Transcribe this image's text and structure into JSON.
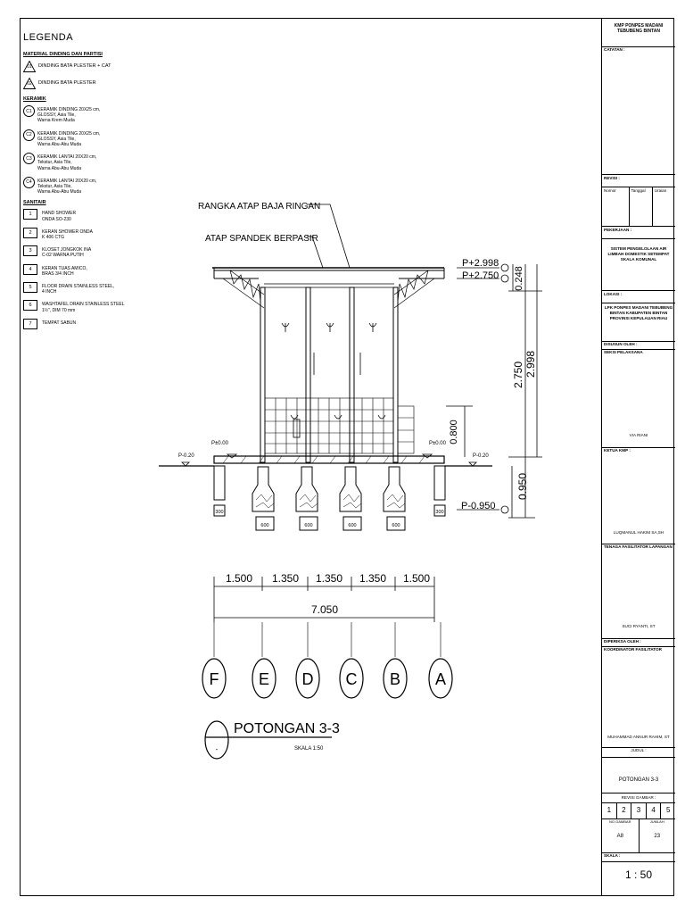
{
  "legend": {
    "title": "LEGENDA",
    "material_heading": "MATERIAL DINDING DAN PARTISI",
    "materials": [
      {
        "code": "01",
        "text": "DINDING BATA PLESTER + CAT"
      },
      {
        "code": "02",
        "text": "DINDING BATA PLESTER"
      }
    ],
    "keramik_heading": "KERAMIK",
    "keramik": [
      {
        "code": "C1",
        "text": "KERAMIK DINDING 20X25 cm,\nGLOSSY, Asia Tile,\nWarna Krem Muda"
      },
      {
        "code": "C2",
        "text": "KERAMIK DINDING 20X25 cm,\nGLOSSY, Asia Tile,\nWarna Abu-Abu Muda"
      },
      {
        "code": "C3",
        "text": "KERAMIK LANTAI 20X20 cm,\nTekstur, Asia Tile,\nWarna Abu-Abu Muda"
      },
      {
        "code": "C4",
        "text": "KERAMIK LANTAI 20X20 cm,\nTekstur, Asia Tile,\nWarna Abu-Abu Muda"
      }
    ],
    "sanitair_heading": "SANITAIR",
    "sanitair": [
      {
        "code": "1",
        "text": "HAND SHOWER\nONDA SO-230"
      },
      {
        "code": "2",
        "text": "KERAN SHOWER ONDA\nK 406 CTG"
      },
      {
        "code": "3",
        "text": "KLOSET JONGKOK INA\nC-02 WARNA PUTIH"
      },
      {
        "code": "4",
        "text": "KERAN TUAS AMICO,\nBRAS  3/4 INCH"
      },
      {
        "code": "5",
        "text": "FLOOR DRAIN STAINLESS STEEL,\n4 INCH"
      },
      {
        "code": "6",
        "text": "WASHTAFEL DRAIN STAINLESS STEEL\n1½\", DIM 70 mm"
      },
      {
        "code": "7",
        "text": "TEMPAT SABUN"
      }
    ]
  },
  "drawing": {
    "roof_frame_label": "RANGKA ATAP BAJA RINGAN",
    "roof_sheet_label": "ATAP SPANDEK BERPASIR",
    "levels": {
      "top": "P+2.998",
      "eave": "P+2.750",
      "floor_left": "P±0.00",
      "floor_right": "P±0.00",
      "ground_left": "P-0.20",
      "ground_right": "P-0.20",
      "foot": "P-0.950"
    },
    "vertical_dims": [
      "0.248",
      "2.750",
      "2.998",
      "0.800",
      "0.950"
    ],
    "footing_widths": [
      "600",
      "600",
      "600",
      "600"
    ],
    "side_dims": [
      "300",
      "300"
    ],
    "span_dims": [
      "1.500",
      "1.350",
      "1.350",
      "1.350",
      "1.500"
    ],
    "total_dim": "7.050",
    "grid_axes": [
      "F",
      "E",
      "D",
      "C",
      "B",
      "A"
    ],
    "section_title": "POTONGAN 3-3",
    "section_mark": "-",
    "scale_label": "SKALA 1:50"
  },
  "title_block": {
    "project_owner": "KMP PONPES MADANI TEBUBENG BINTAN",
    "catatan_label": "CATATAN :",
    "revisi_label": "REVISI :",
    "revisi_cols": [
      "Nomor",
      "Tanggal",
      "Uraian"
    ],
    "pekerjaan_label": "PEKERJAAN :",
    "pekerjaan": "SISTEM PENGELOLAAN AIR LIMBAH DOMESTIK SETEMPAT SKALA KOMUNAL",
    "lokasi_label": "LOKASI :",
    "lokasi": "LPK PONPES MADANI TEBUBENG BINTAN KABUPATEN BINTAN PROVINSI KEPULAUAN RIAU",
    "disusun_label": "DISUSUN OLEH :",
    "disusun_role": "SEKSI PELAKSANA",
    "disusun_name": "VIA RIANI",
    "ketua_label": "KETUA KMP :",
    "ketua_name": "LUQMANUL HAKIM SA,SH",
    "tfl_label": "TENAGA FASILITATOR LAPANGAN",
    "tfl_name": "SUCI RYANTI, ST",
    "diperiksa_label": "DIPERIKSA OLEH :",
    "diperiksa_role": "KOORDINATOR FASILITATOR",
    "koord_name": "MUHAMMAD ANNUR RAHIM, ST",
    "judul_label": "JUDUL :",
    "judul": "POTONGAN 3-3",
    "revisi_gambar_label": "REVISI GAMBAR :",
    "revisi_numbers": [
      "1",
      "2",
      "3",
      "4",
      "5"
    ],
    "no_gambar_label": "NO GAMBAR",
    "jumlah_label": "JUMLAH",
    "no_gambar": "A8",
    "jumlah": "23",
    "skala_label": "SKALA :",
    "skala": "1 : 50"
  }
}
